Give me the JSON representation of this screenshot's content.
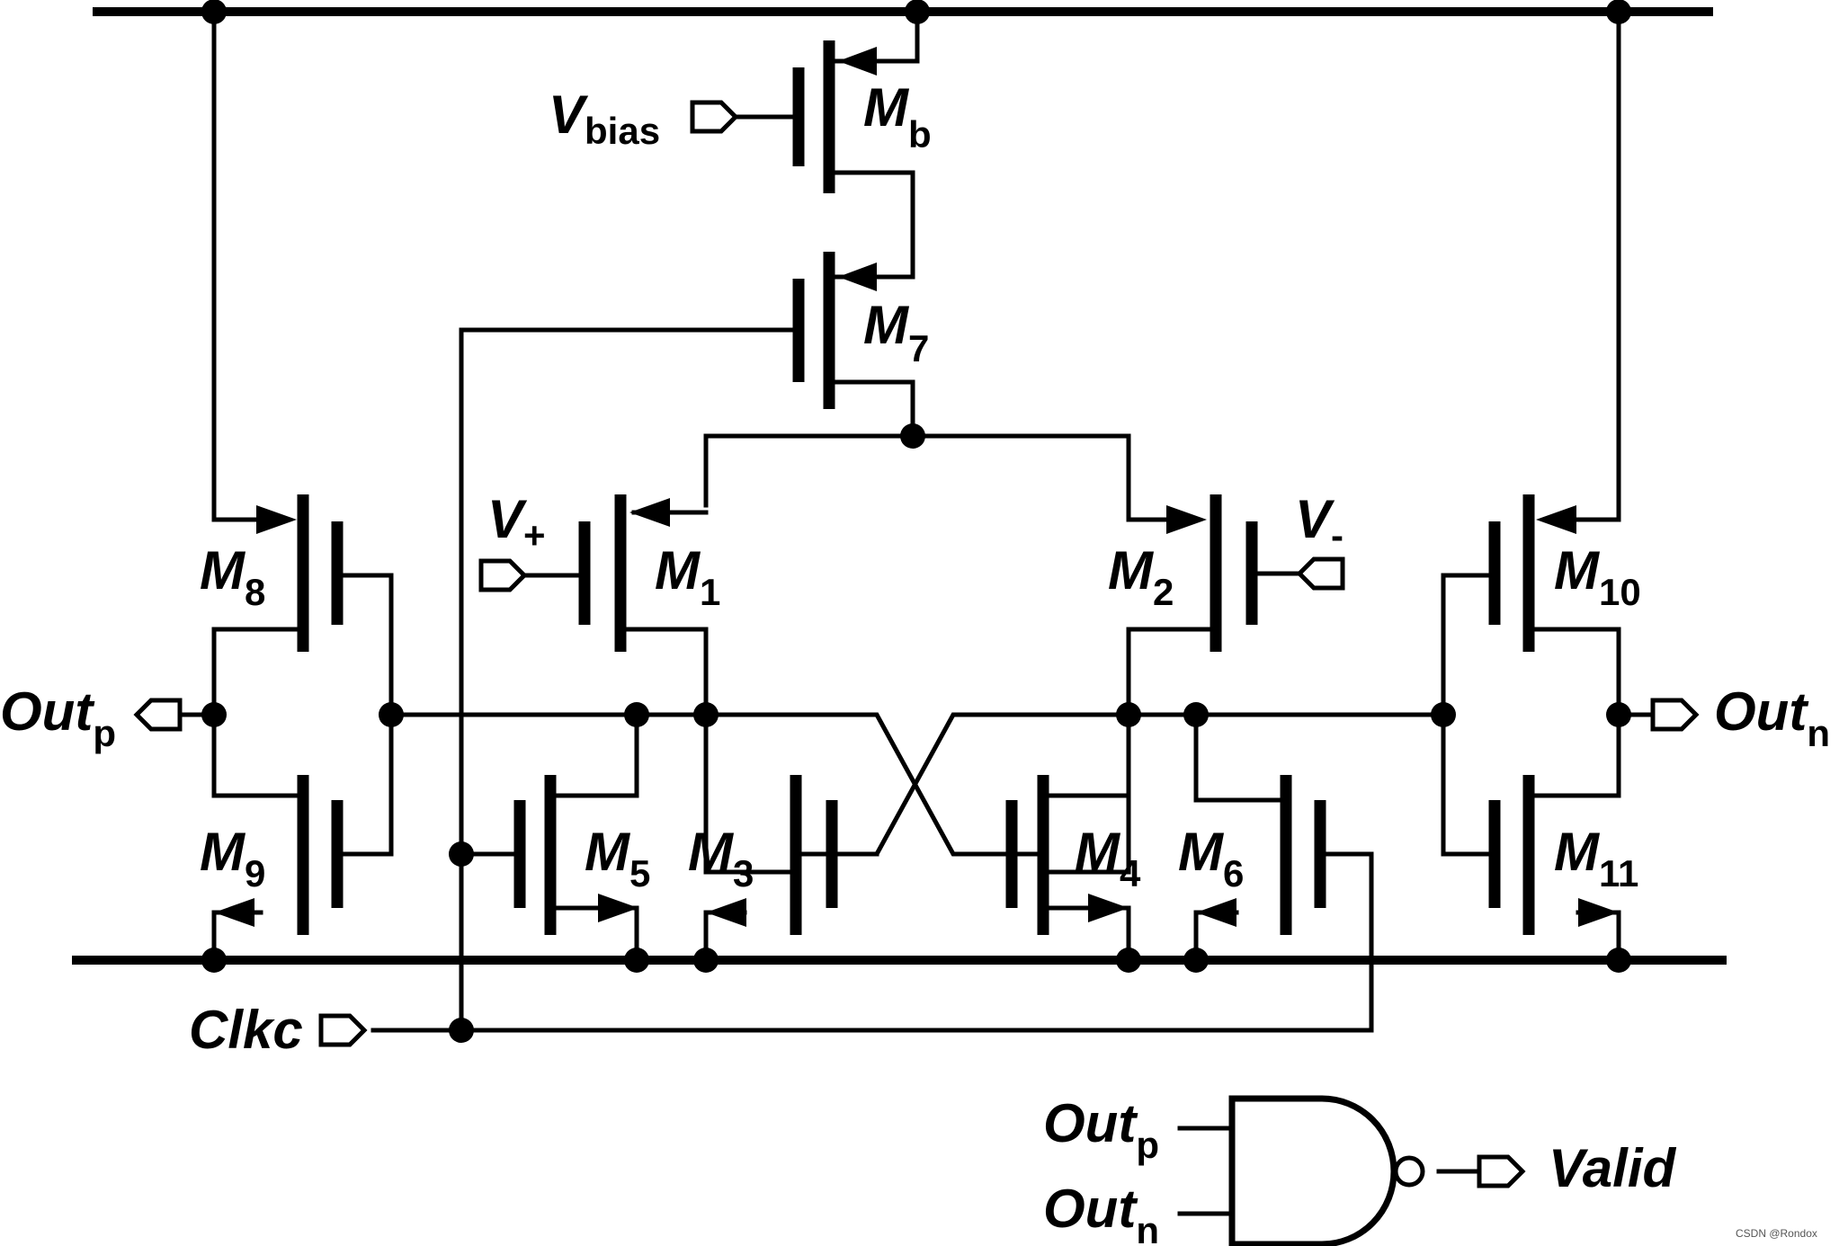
{
  "labels": {
    "vbias_main": "V",
    "vbias_sub": "bias",
    "mb_main": "M",
    "mb_sub": "b",
    "m7_main": "M",
    "m7_sub": "7",
    "vplus_main": "V",
    "vplus_sub": "+",
    "vminus_main": "V",
    "vminus_sub": "-",
    "m1_main": "M",
    "m1_sub": "1",
    "m2_main": "M",
    "m2_sub": "2",
    "m3_main": "M",
    "m3_sub": "3",
    "m4_main": "M",
    "m4_sub": "4",
    "m5_main": "M",
    "m5_sub": "5",
    "m6_main": "M",
    "m6_sub": "6",
    "m8_main": "M",
    "m8_sub": "8",
    "m9_main": "M",
    "m9_sub": "9",
    "m10_main": "M",
    "m10_sub": "10",
    "m11_main": "M",
    "m11_sub": "11",
    "outp_main": "Out",
    "outp_sub": "p",
    "outn_main": "Out",
    "outn_sub": "n",
    "clkc": "Clkc",
    "gate_in1_main": "Out",
    "gate_in1_sub": "p",
    "gate_in2_main": "Out",
    "gate_in2_sub": "n",
    "valid": "Valid"
  },
  "watermark": "CSDN @Rondox"
}
